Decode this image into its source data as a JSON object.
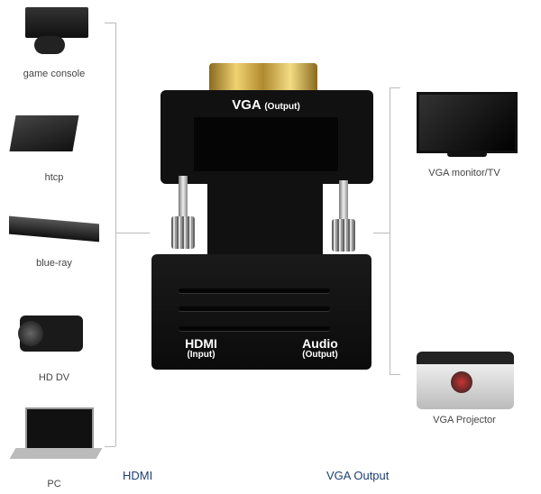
{
  "left_devices": [
    {
      "label": "game console",
      "icon": "game-console-icon"
    },
    {
      "label": "htcp",
      "icon": "htpc-box-icon"
    },
    {
      "label": "blue-ray",
      "icon": "bluray-player-icon"
    },
    {
      "label": "HD DV",
      "icon": "camcorder-icon"
    },
    {
      "label": "PC",
      "icon": "laptop-icon"
    }
  ],
  "right_devices": [
    {
      "label": "VGA monitor/TV",
      "icon": "monitor-icon"
    },
    {
      "label": "VGA Projector",
      "icon": "projector-icon"
    }
  ],
  "adapter": {
    "top_label": "VGA",
    "top_sub": "(Output)",
    "left_label": "HDMI",
    "left_sub": "(Input)",
    "right_label": "Audio",
    "right_sub": "(Output)"
  },
  "captions": {
    "left": "HDMI",
    "right": "VGA Output"
  },
  "colors": {
    "caption": "#1d3f73",
    "body": "#111111",
    "gold": "#c9a43a"
  }
}
